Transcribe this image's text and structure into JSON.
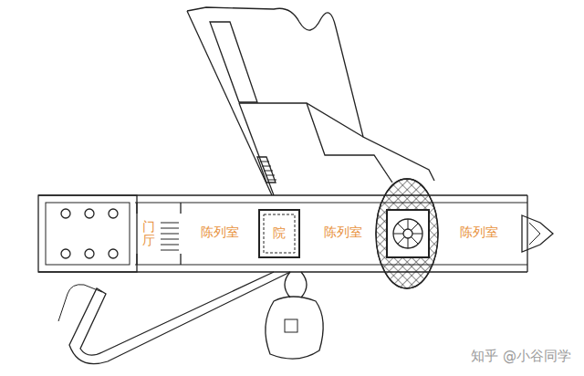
{
  "diagram": {
    "nodes": [
      {
        "text": [
          "门厅"
        ]
      },
      {
        "text": [
          "陈列室"
        ]
      },
      {
        "text": [
          "院"
        ]
      },
      {
        "text": [
          "陈列室"
        ]
      },
      {
        "text": [
          "陈列室"
        ]
      }
    ],
    "labels": [
      "知乎 @小谷同学"
    ]
  }
}
